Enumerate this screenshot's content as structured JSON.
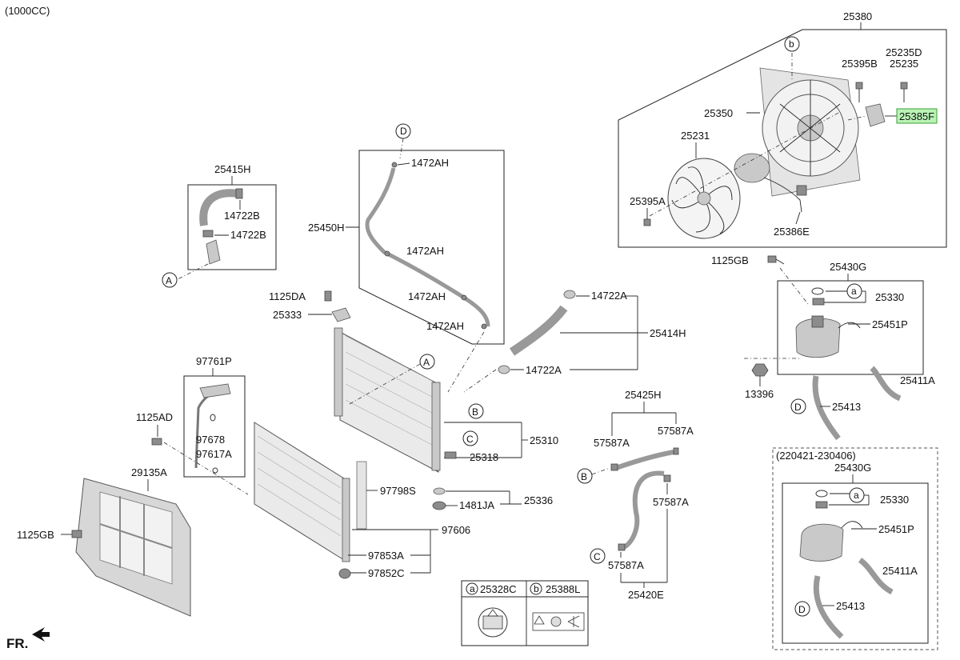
{
  "variant": "(1000CC)",
  "front_label": "FR.",
  "labels": {
    "p25380": "25380",
    "p25395B": "25395B",
    "p25235D": "25235D",
    "p25235": "25235",
    "p25350": "25350",
    "p25385F": "25385F",
    "p25231": "25231",
    "p25395A": "25395A",
    "p25386E": "25386E",
    "p1125GB_a": "1125GB",
    "p25430G_a": "25430G",
    "p25330_a": "25330",
    "p25451P_a": "25451P",
    "p25411A_a": "25411A",
    "p13396": "13396",
    "p25413_a": "25413",
    "p25415H": "25415H",
    "p14722B_1": "14722B",
    "p14722B_2": "14722B",
    "p25450H": "25450H",
    "p1472AH_1": "1472AH",
    "p1472AH_2": "1472AH",
    "p1472AH_3": "1472AH",
    "p1472AH_4": "1472AH",
    "p1125DA": "1125DA",
    "p25333": "25333",
    "p14722A_1": "14722A",
    "p14722A_2": "14722A",
    "p25414H": "25414H",
    "p97761P": "97761P",
    "p97678": "97678",
    "p97617A": "97617A",
    "p1125AD": "1125AD",
    "p29135A": "29135A",
    "p1125GB_b": "1125GB",
    "p25310": "25310",
    "p25318": "25318",
    "p97798S": "97798S",
    "p1481JA": "1481JA",
    "p25336": "25336",
    "p97606": "97606",
    "p97853A": "97853A",
    "p97852C": "97852C",
    "p25425H": "25425H",
    "p57587A_1": "57587A",
    "p57587A_2": "57587A",
    "p57587A_3": "57587A",
    "p57587A_4": "57587A",
    "p25420E": "25420E",
    "p25328C": "25328C",
    "p25388L": "25388L",
    "date_range": "(220421-230406)",
    "p25430G_b": "25430G",
    "p25330_b": "25330",
    "p25451P_b": "25451P",
    "p25411A_b": "25411A",
    "p25413_b": "25413"
  },
  "callouts": {
    "a": "a",
    "b": "b",
    "A": "A",
    "B": "B",
    "C": "C",
    "D": "D"
  },
  "highlighted_part": "25385F"
}
